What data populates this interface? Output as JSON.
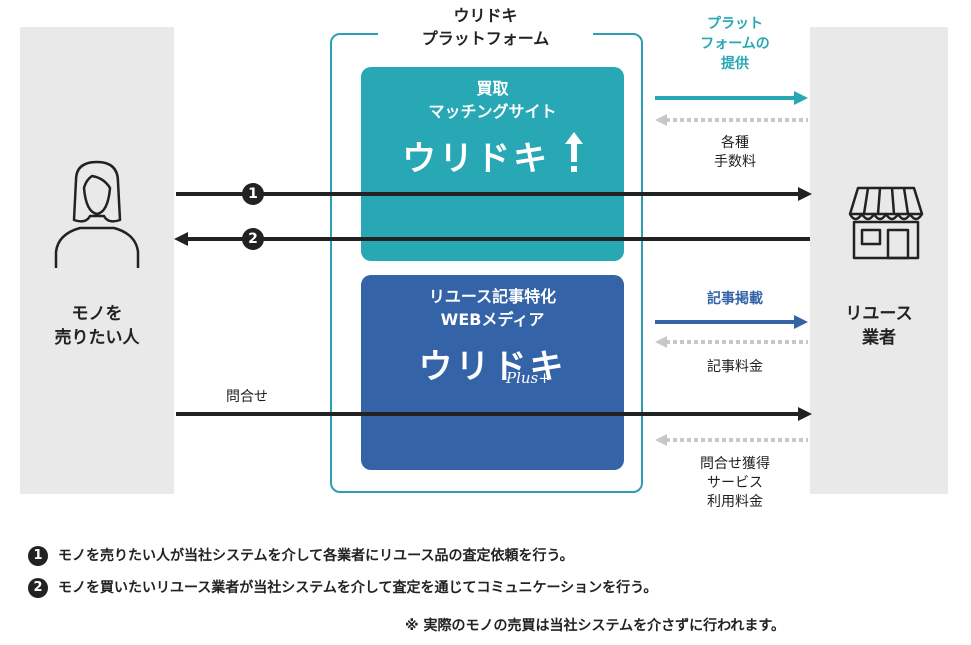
{
  "platform": {
    "title_line1": "ウリドキ",
    "title_line2": "プラットフォーム"
  },
  "teal_card": {
    "line1": "買取",
    "line2": "マッチングサイト",
    "logo": "ウリドキ"
  },
  "blue_card": {
    "line1": "リユース記事特化",
    "line2": "WEBメディア",
    "logo": "ウリドキ",
    "logo_sub": "Plus+"
  },
  "left": {
    "line1": "モノを",
    "line2": "売りたい人"
  },
  "right": {
    "line1": "リユース",
    "line2": "業者"
  },
  "labels": {
    "platform_provide_1": "プラット",
    "platform_provide_2": "フォームの",
    "platform_provide_3": "提供",
    "fees_1": "各種",
    "fees_2": "手数料",
    "article": "記事掲載",
    "article_fee": "記事料金",
    "inquiry": "問合せ",
    "inquiry_service_1": "問合せ獲得",
    "inquiry_service_2": "サービス",
    "inquiry_service_3": "利用料金"
  },
  "markers": {
    "one": "1",
    "two": "2"
  },
  "notes": {
    "note1": "モノを売りたい人が当社システムを介して各業者にリユース品の査定依頼を行う。",
    "note2": "モノを買いたいリユース業者が当社システムを介して査定を通じてコミュニケーションを行う。",
    "note3": "※ 実際のモノの売買は当社システムを介さずに行われます。"
  },
  "colors": {
    "teal": "#27a8b4",
    "blue": "#3463a8",
    "dark": "#222222",
    "dashed": "#c8c8c8",
    "panel": "#e9e9e9"
  },
  "icons": {
    "person": "person-icon",
    "shop": "shop-icon"
  }
}
